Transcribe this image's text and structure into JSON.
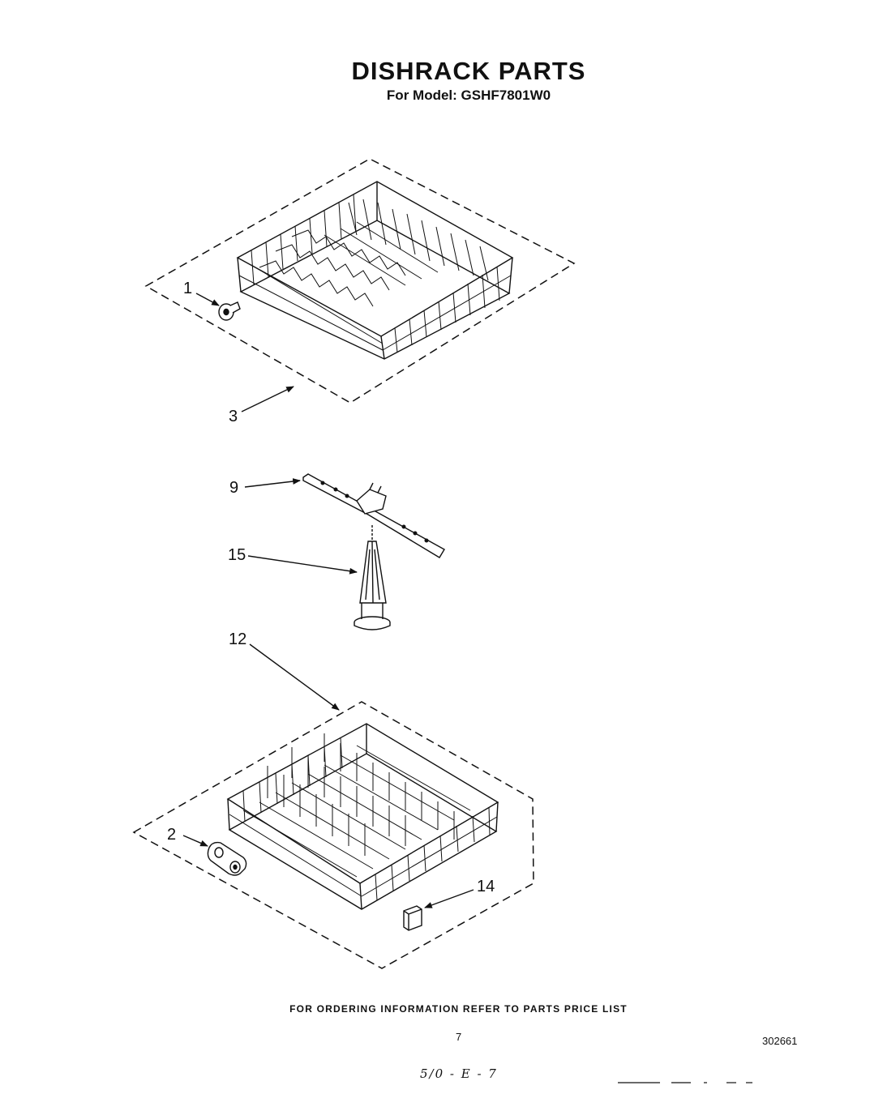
{
  "header": {
    "title": "DISHRACK PARTS",
    "subtitle": "For Model: GSHF7801W0"
  },
  "callouts": [
    {
      "id": "1",
      "label": "1"
    },
    {
      "id": "3",
      "label": "3"
    },
    {
      "id": "9",
      "label": "9"
    },
    {
      "id": "15",
      "label": "15"
    },
    {
      "id": "12",
      "label": "12"
    },
    {
      "id": "2",
      "label": "2"
    },
    {
      "id": "14",
      "label": "14"
    }
  ],
  "footer": {
    "note": "FOR ORDERING INFORMATION REFER TO PARTS PRICE LIST",
    "page_number": "7",
    "document_number": "302661",
    "handwritten": "5/0 - E - 7"
  }
}
